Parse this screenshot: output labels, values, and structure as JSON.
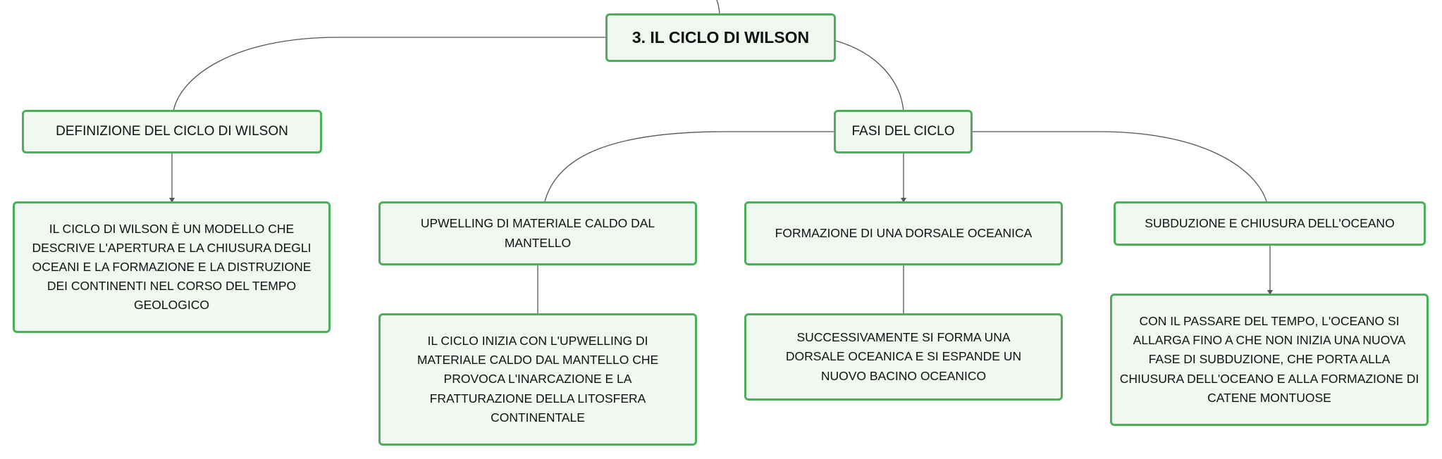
{
  "diagram": {
    "root": {
      "label": "3. IL CICLO DI WILSON"
    },
    "definition": {
      "label": "DEFINIZIONE DEL CICLO DI WILSON",
      "detail": "IL CICLO DI WILSON È UN MODELLO CHE DESCRIVE L'APERTURA E LA CHIUSURA DEGLI OCEANI E LA FORMAZIONE E LA DISTRUZIONE DEI CONTINENTI NEL CORSO DEL TEMPO GEOLOGICO"
    },
    "phases": {
      "label": "FASI DEL CICLO",
      "items": [
        {
          "label": "UPWELLING DI MATERIALE CALDO DAL MANTELLO",
          "detail": "IL CICLO INIZIA CON L'UPWELLING DI MATERIALE CALDO DAL MANTELLO CHE PROVOCA L'INARCAZIONE E LA FRATTURAZIONE DELLA LITOSFERA CONTINENTALE"
        },
        {
          "label": "FORMAZIONE DI UNA DORSALE OCEANICA",
          "detail": "SUCCESSIVAMENTE SI FORMA UNA DORSALE OCEANICA E SI ESPANDE UN NUOVO BACINO OCEANICO"
        },
        {
          "label": "SUBDUZIONE E CHIUSURA DELL'OCEANO",
          "detail": "CON IL PASSARE DEL TEMPO, L'OCEANO SI ALLARGA FINO A CHE NON INIZIA UNA NUOVA FASE DI SUBDUZIONE, CHE PORTA ALLA CHIUSURA DELL'OCEANO E ALLA FORMAZIONE DI CATENE MONTUOSE"
        }
      ]
    }
  },
  "colors": {
    "node_border": "#4caf5a",
    "node_fill": "#f0f8f1",
    "connector": "#555555"
  }
}
